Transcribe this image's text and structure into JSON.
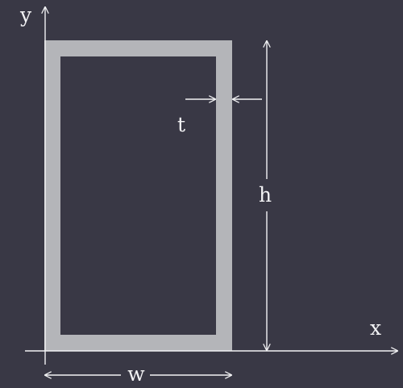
{
  "colors": {
    "background": "#393845",
    "section": "#b4b5b9",
    "lines": "#f2f2f4"
  },
  "labels": {
    "y_axis": "y",
    "x_axis": "x",
    "thickness": "t",
    "height": "h",
    "width": "w"
  }
}
